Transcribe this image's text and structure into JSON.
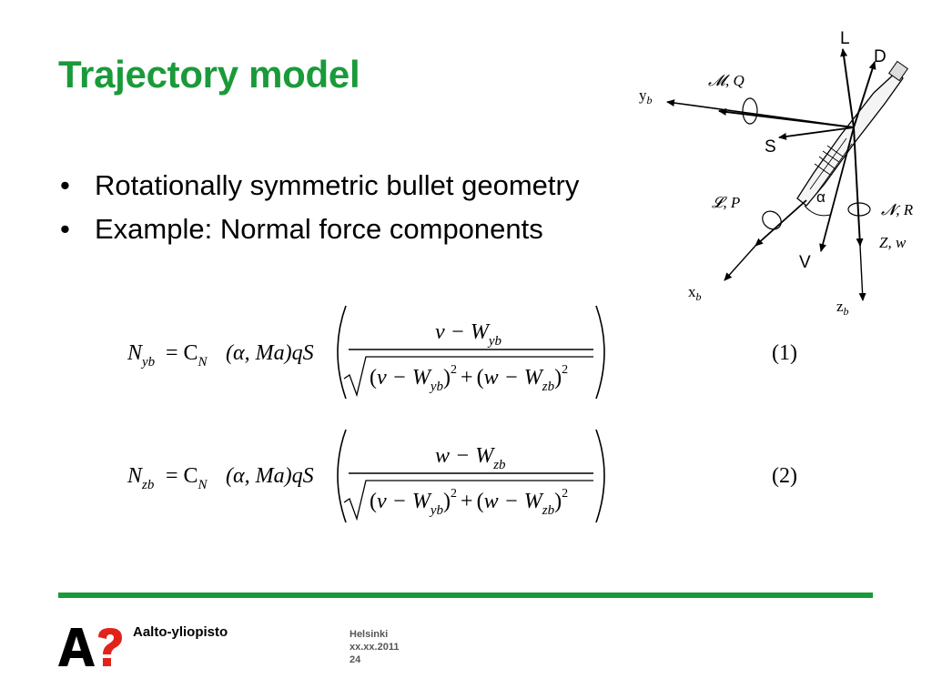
{
  "slide": {
    "title": "Trajectory model",
    "bullets": [
      "Rotationally symmetric bullet geometry",
      "Example: Normal force components"
    ],
    "bullet_glyph": "•"
  },
  "equations": [
    {
      "lhs": "N",
      "lhs_sub": "yb",
      "coef": "= C",
      "coef_sub": "N",
      "args": "(α, Ma)qS",
      "num_var": "v − W",
      "num_sub": "yb",
      "den_term1": "v − W",
      "den_sub1": "yb",
      "den_plus": "+",
      "den_term2": "w − W",
      "den_sub2": "zb",
      "exp": "2",
      "number": "(1)"
    },
    {
      "lhs": "N",
      "lhs_sub": "zb",
      "coef": "= C",
      "coef_sub": "N",
      "args": "(α, Ma)qS",
      "num_var": "w − W",
      "num_sub": "zb",
      "den_term1": "v − W",
      "den_sub1": "yb",
      "den_plus": "+",
      "den_term2": "w − W",
      "den_sub2": "zb",
      "exp": "2",
      "number": "(2)"
    }
  ],
  "diagram": {
    "labels": {
      "L": "L",
      "D": "D",
      "S": "S",
      "V": "V",
      "alpha": "α",
      "yb": "y",
      "yb_sub": "b",
      "xb": "x",
      "xb_sub": "b",
      "zb": "z",
      "zb_sub": "b",
      "MQ": "𝓜, Q",
      "LP": "𝓛, P",
      "NR": "𝓝, R",
      "Zw": "Z, w"
    }
  },
  "footer": {
    "org": "Aalto-yliopisto",
    "city": "Helsinki",
    "date": "xx.xx.2011",
    "page": "24"
  },
  "colors": {
    "accent": "#1a9a3a"
  }
}
